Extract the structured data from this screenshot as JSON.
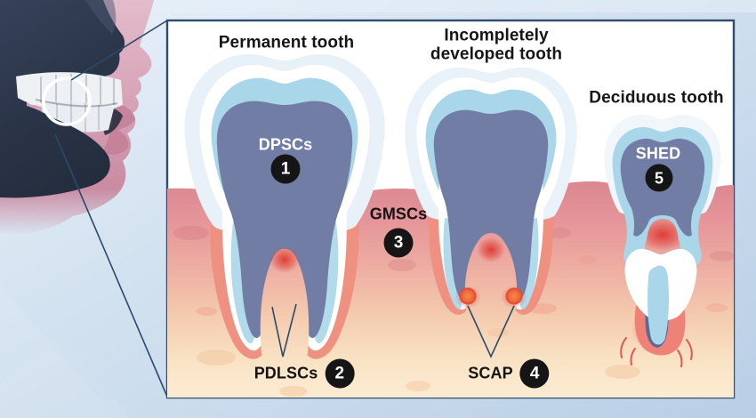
{
  "panel": {
    "tooth_sections": [
      {
        "title": "Permanent tooth"
      },
      {
        "title": "Incompletely developed tooth"
      },
      {
        "title": "Deciduous tooth"
      }
    ],
    "stem_cell_labels": [
      {
        "abbr": "DPSCs",
        "number": "1"
      },
      {
        "abbr": "PDLSCs",
        "number": "2"
      },
      {
        "abbr": "GMSCs",
        "number": "3"
      },
      {
        "abbr": "SCAP",
        "number": "4"
      },
      {
        "abbr": "SHED",
        "number": "5"
      }
    ]
  },
  "colors": {
    "badge-bg": "#151515",
    "badge-fg": "#ffffff",
    "title-color": "#161616",
    "label-dark": "#141414",
    "label-light": "#ffffff",
    "line": "#2b4a6b",
    "pulp": "#717da4",
    "enamel-blue": "#a9d6e8",
    "ligament": "#ef9181",
    "panel-border": "#2f4d6e",
    "panel-bg": "#ffffff"
  }
}
